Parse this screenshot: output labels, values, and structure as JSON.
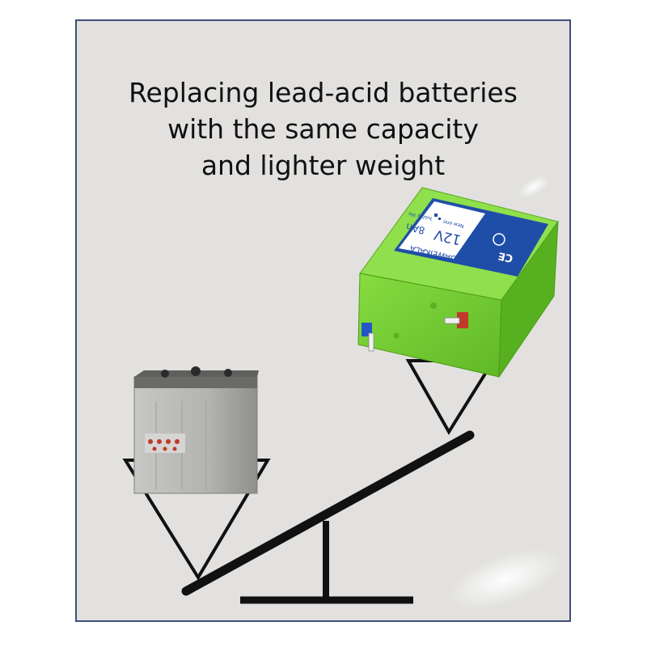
{
  "headline": {
    "line1": "Replacing lead-acid batteries",
    "line2": "with the same capacity",
    "line3": "and lighter weight"
  },
  "lithium_battery": {
    "brand": "DAWEIKALA",
    "voltage": "12V",
    "capacity": "8Ah",
    "slogan": "New energy Quality life",
    "cert_marks": "CE",
    "colors": {
      "body": "#7ed63a",
      "label": "#1f4ea8"
    }
  },
  "lead_acid_battery": {
    "colors": {
      "body": "#b8b8b6",
      "lid": "#6a6a68"
    }
  },
  "background_color": "#e2e1df",
  "border_color": "#3f4f78"
}
